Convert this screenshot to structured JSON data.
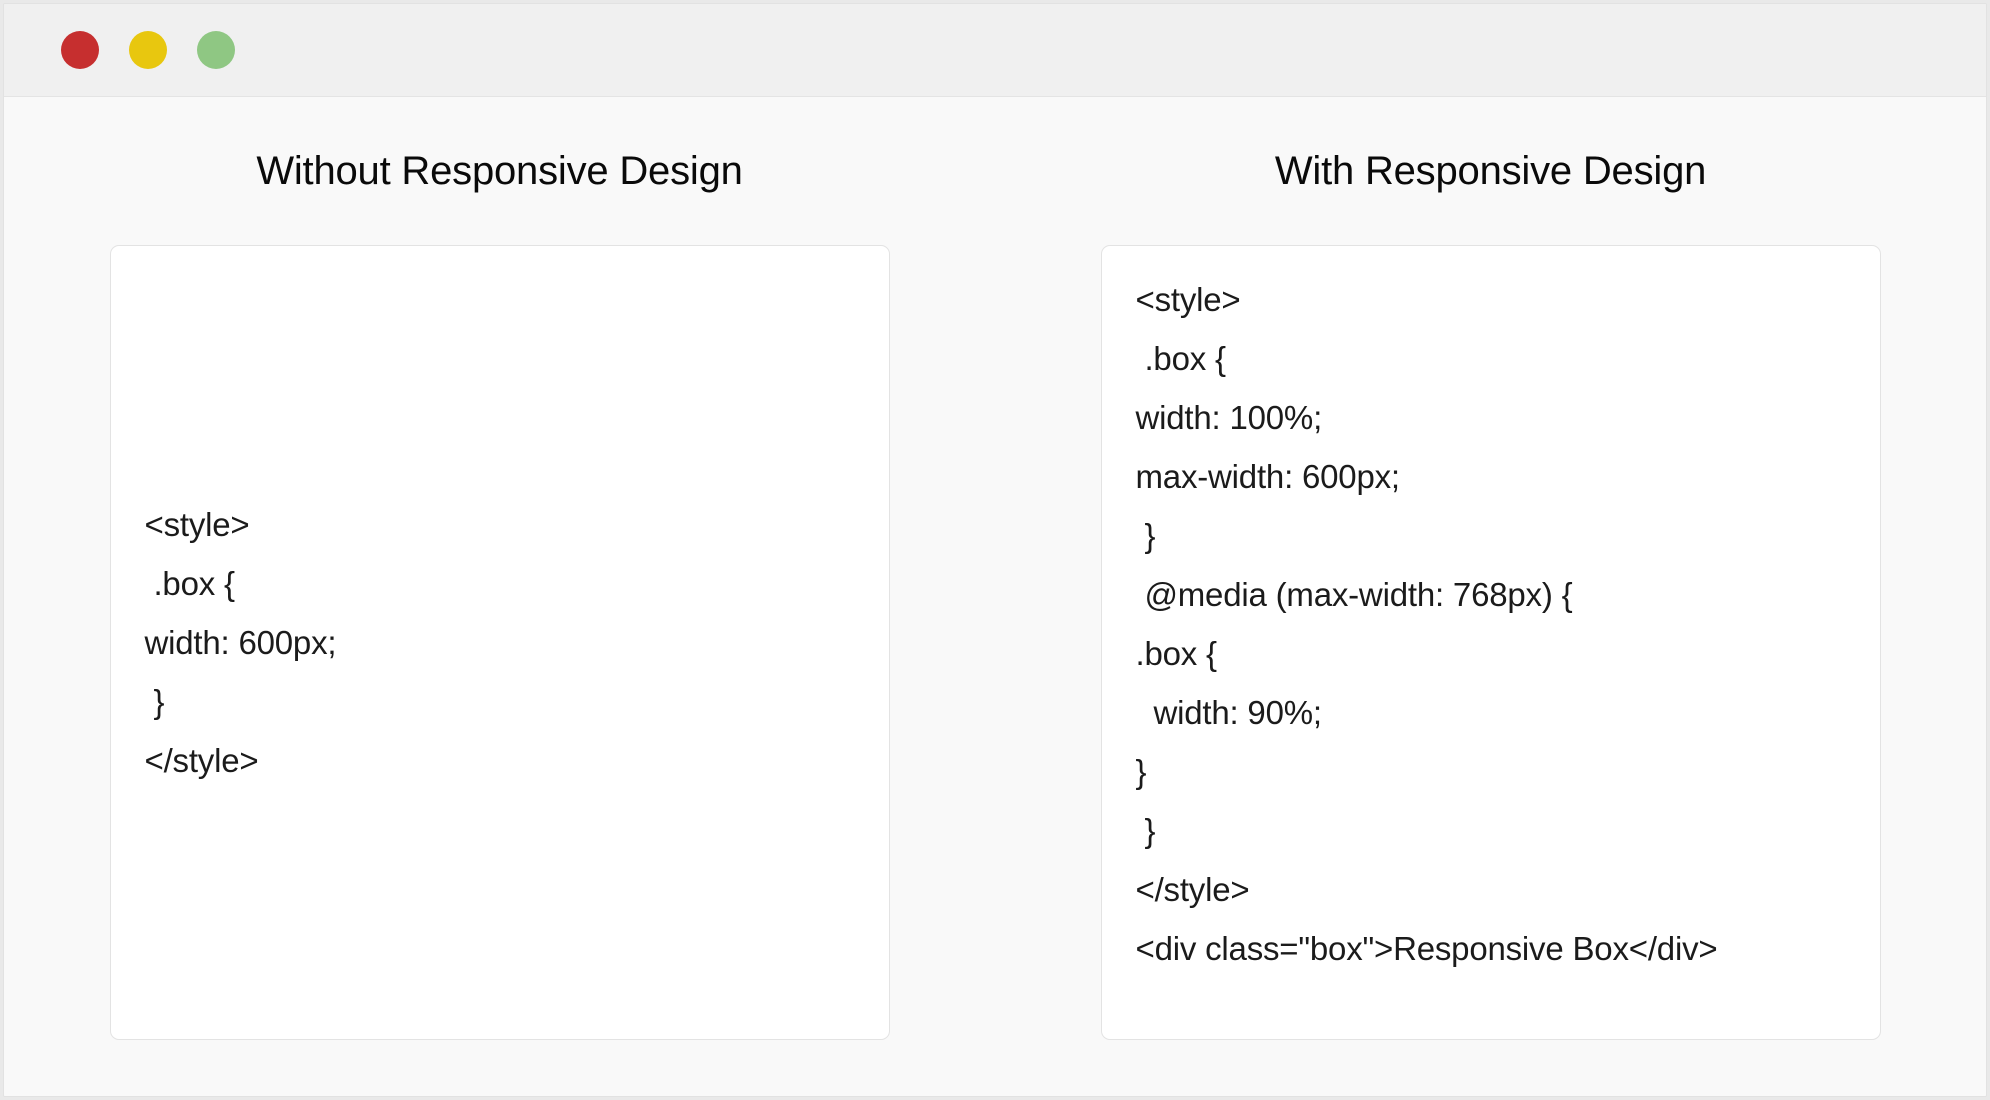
{
  "window": {
    "traffic_lights": [
      {
        "name": "close",
        "color": "#c62f2f"
      },
      {
        "name": "minimize",
        "color": "#e8c70f"
      },
      {
        "name": "maximize",
        "color": "#8fc783"
      }
    ]
  },
  "columns": [
    {
      "title": "Without Responsive Design",
      "code": "<style>\n .box {\nwidth: 600px;\n }\n</style>"
    },
    {
      "title": "With Responsive Design",
      "code": "<style>\n .box {\nwidth: 100%;\nmax-width: 600px;\n }\n @media (max-width: 768px) {\n.box {\n  width: 90%;\n}\n }\n</style>\n<div class=\"box\">Responsive Box</div>"
    }
  ]
}
